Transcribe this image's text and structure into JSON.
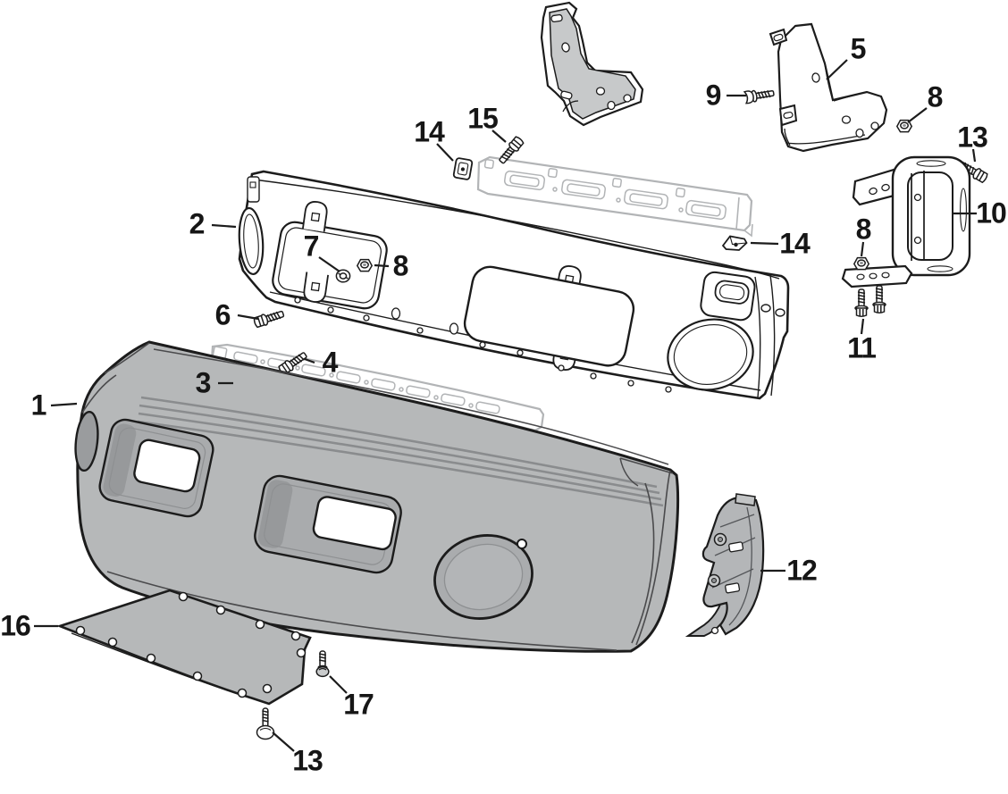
{
  "diagram": {
    "type": "exploded-parts-diagram",
    "subject": "front-bumper-assembly",
    "colors": {
      "background": "#ffffff",
      "outline": "#1c1c1c",
      "part_gray": "#b6b8b9",
      "recess_gray": "#a9abad",
      "shadow_gray": "#97999b",
      "bracket_gray": "#c7c9ca",
      "phantom_gray": "#b2b4b6",
      "groove_gray": "#8a8c8e"
    },
    "callouts": [
      {
        "text": "1",
        "part": "bumper-face-bar"
      },
      {
        "text": "2",
        "part": "bumper-reinforcement"
      },
      {
        "text": "3",
        "part": "retainer-clip-lower-strip"
      },
      {
        "text": "4",
        "part": "screw-lower-strip"
      },
      {
        "text": "5",
        "part": "frame-bracket-right"
      },
      {
        "text": "6",
        "part": "bolt-reinforcement"
      },
      {
        "text": "7",
        "part": "stud-washer"
      },
      {
        "text": "8",
        "part": "flange-nut-center"
      },
      {
        "text": "9",
        "part": "screw-frame-bracket"
      },
      {
        "text": "8",
        "part": "flange-nut-upper-right"
      },
      {
        "text": "13",
        "part": "screw-brace-upper"
      },
      {
        "text": "10",
        "part": "tow-hook-brace"
      },
      {
        "text": "8",
        "part": "flange-nut-brace"
      },
      {
        "text": "11",
        "part": "bolts-brace-lower"
      },
      {
        "text": "12",
        "part": "bumper-side-bracket"
      },
      {
        "text": "14",
        "part": "clip-upper-left"
      },
      {
        "text": "15",
        "part": "screw-upper-strip"
      },
      {
        "text": "14",
        "part": "clip-upper-right"
      },
      {
        "text": "16",
        "part": "skid-plate"
      },
      {
        "text": "17",
        "part": "screw-skid-plate-rear"
      },
      {
        "text": "13",
        "part": "screw-skid-plate-front"
      }
    ]
  }
}
